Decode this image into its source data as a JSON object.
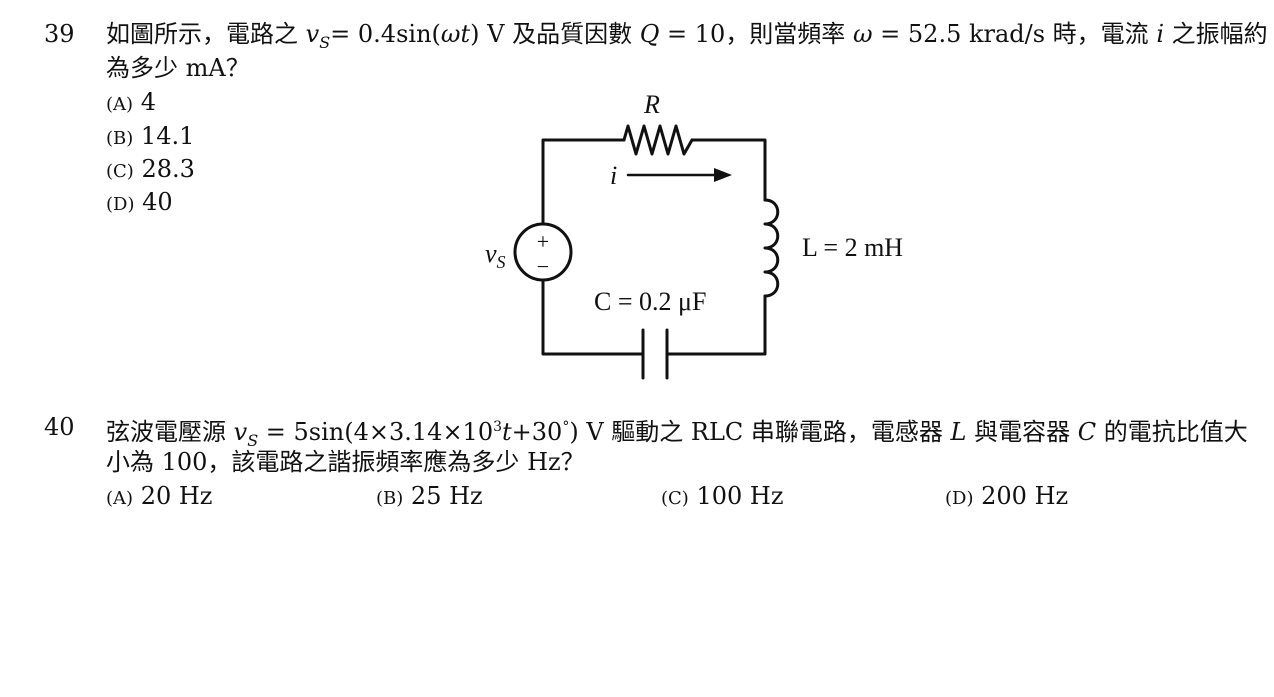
{
  "q39": {
    "number": "39",
    "line1_a": "如圖所示，電路之 ",
    "vs_var": "v",
    "vs_sub": "S",
    "line1_b": "= 0.4sin(",
    "omega": "ω",
    "t_var": "t",
    "line1_c": ") V 及品質因數 ",
    "Q_var": "Q",
    "line1_d": " = 10，則當頻率 ",
    "omega2": "ω",
    "line1_e": " = 52.5 krad/s 時，電流 ",
    "i_var": "i",
    "line1_f": " 之振幅約",
    "line2": "為多少 mA？",
    "options": [
      {
        "label": "(A)",
        "value": "4"
      },
      {
        "label": "(B)",
        "value": "14.1"
      },
      {
        "label": "(C)",
        "value": "28.3"
      },
      {
        "label": "(D)",
        "value": "40"
      }
    ]
  },
  "circuit": {
    "resistor_label": "R",
    "current_label": "i",
    "source_label_v": "v",
    "source_label_sub": "S",
    "plus": "+",
    "minus": "−",
    "inductor_label": "L = 2 mH",
    "capacitor_label": "C = 0.2 μF"
  },
  "q40": {
    "number": "40",
    "line1_a": "弦波電壓源 ",
    "vs_var": "v",
    "vs_sub": "S",
    "line1_b": " = 5sin(4×3.14×10",
    "sup3": "3",
    "t_var": "t",
    "line1_c": "+30",
    "deg": "°",
    "line1_d": ") V 驅動之 RLC 串聯電路，電感器 ",
    "L_var": "L",
    "line1_e": " 與電容器 ",
    "C_var": "C",
    "line1_f": " 的電抗比值大",
    "line2": "小為 100，該電路之諧振頻率應為多少 Hz？",
    "options": [
      {
        "label": "(A)",
        "value": "20 Hz"
      },
      {
        "label": "(B)",
        "value": "25 Hz"
      },
      {
        "label": "(C)",
        "value": "100 Hz"
      },
      {
        "label": "(D)",
        "value": "200 Hz"
      }
    ]
  }
}
